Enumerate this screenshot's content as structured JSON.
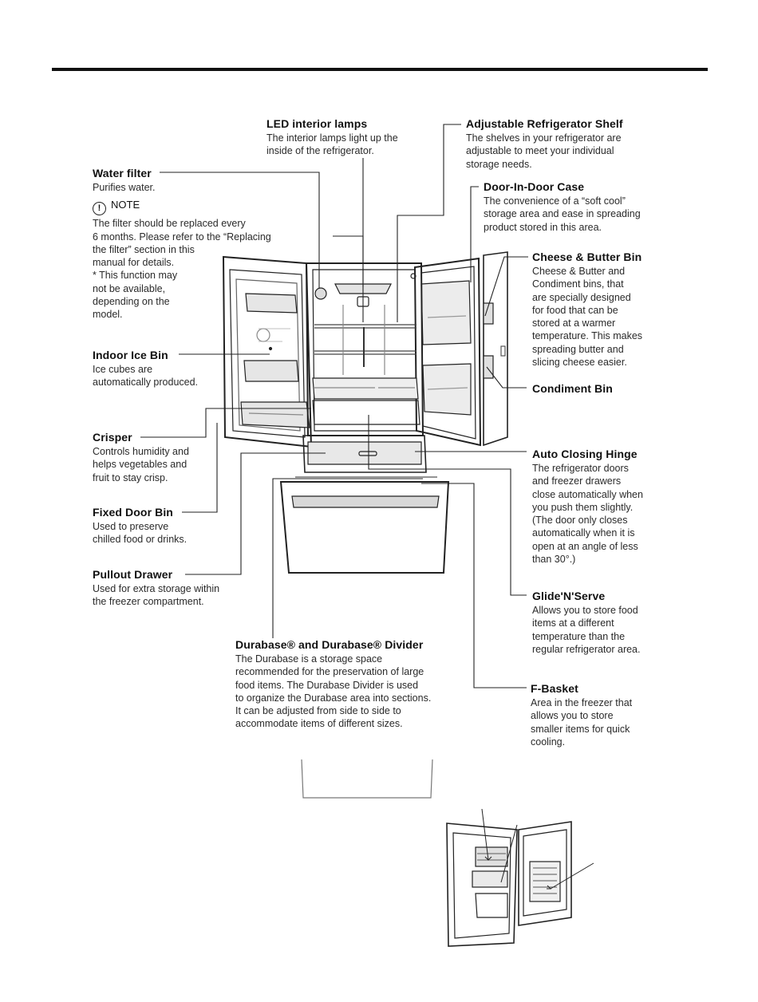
{
  "labels": {
    "led": {
      "title": "LED interior lamps",
      "desc": "The interior lamps light up the\ninside of the refrigerator."
    },
    "shelf": {
      "title": "Adjustable Refrigerator Shelf",
      "desc": "The shelves in your refrigerator are\nadjustable to meet your individual\nstorage needs."
    },
    "water": {
      "title": "Water filter",
      "desc": "Purifies water."
    },
    "note": {
      "icon": "exclamation-icon",
      "heading": "NOTE",
      "body": "The filter should be replaced every\n6 months. Please refer to the “Replacing\nthe filter” section in this\nmanual for details.",
      "star": "* This function may\n   not be available,\n   depending on the\n   model."
    },
    "did": {
      "title": "Door-In-Door Case",
      "desc": "The convenience of a “soft cool”\nstorage area and ease in spreading\nproduct stored in this area."
    },
    "cheese": {
      "title": "Cheese & Butter Bin",
      "desc": "Cheese & Butter and\nCondiment bins, that\nare specially designed\nfor food that can be\nstored at a warmer\ntemperature. This makes\nspreading butter and\nslicing cheese easier."
    },
    "ice": {
      "title": "Indoor Ice Bin",
      "desc": "Ice cubes are\nautomatically produced."
    },
    "condiment": {
      "title": "Condiment Bin",
      "desc": ""
    },
    "crisper": {
      "title": "Crisper",
      "desc": "Controls humidity and\nhelps vegetables and\nfruit to stay crisp."
    },
    "hinge": {
      "title": "Auto Closing Hinge",
      "desc": "The refrigerator doors\nand freezer drawers\nclose automatically when\nyou push them slightly.\n(The door only closes\nautomatically when it is\nopen at an angle of less\nthan 30°.)"
    },
    "fixedbin": {
      "title": "Fixed Door Bin",
      "desc": "Used to preserve\nchilled food or drinks."
    },
    "pullout": {
      "title": "Pullout Drawer",
      "desc": "Used for extra storage within\nthe freezer compartment."
    },
    "glide": {
      "title": "Glide'N'Serve",
      "desc": "Allows you to store food\nitems at a different\ntemperature than the\nregular refrigerator area."
    },
    "durabase": {
      "title": "Durabase® and Durabase® Divider",
      "desc": "The Durabase is a storage space\nrecommended for the preservation of large\nfood items. The Durabase Divider is used\nto organize the Durabase area into sections.\nIt can be adjusted from side to side to\naccommodate items of different sizes."
    },
    "fbasket": {
      "title": "F-Basket",
      "desc": "Area in the freezer that\nallows you to store\nsmaller items for quick\ncooling."
    }
  }
}
